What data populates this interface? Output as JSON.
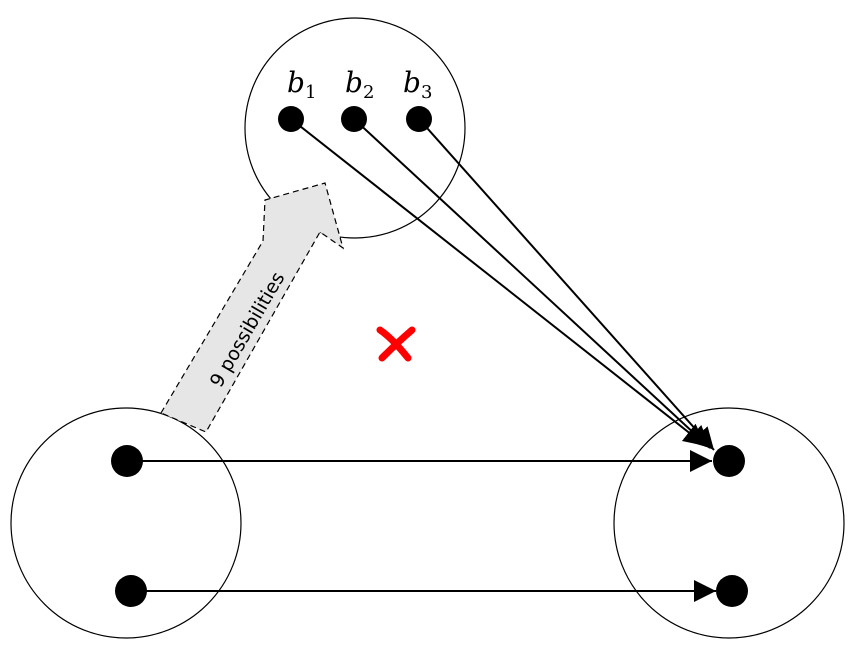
{
  "diagram": {
    "arrow_label": "9 possibilities",
    "b_letter": "b",
    "labels": [
      {
        "letter": "b",
        "index": "1"
      },
      {
        "letter": "b",
        "index": "2"
      },
      {
        "letter": "b",
        "index": "3"
      }
    ],
    "cross_symbol": "✘",
    "colors": {
      "lines": "#000000",
      "dots": "#000000",
      "cross": "#ff0000",
      "wide_arrow_fill": "#e6e6e6"
    }
  }
}
